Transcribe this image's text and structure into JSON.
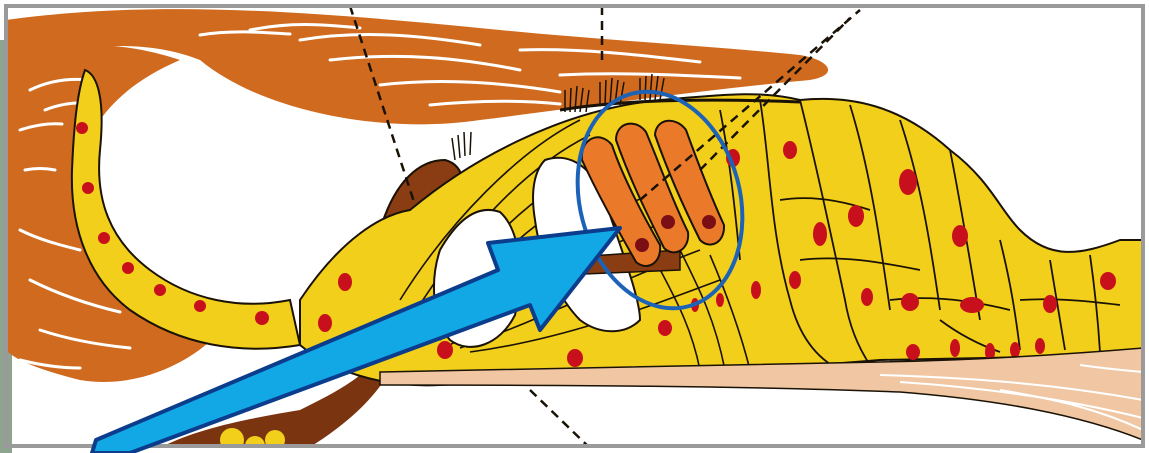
{
  "figure": {
    "subject": "organ-of-corti-cross-section",
    "colors": {
      "tectorial_membrane": "#cf6a1e",
      "support_cells": "#f2cf1a",
      "nuclei": "#c8101c",
      "hair_cells": "#ea7a2a",
      "spiral_limbus": "#8a3d12",
      "basilar_membrane": "#f0c7a2",
      "outline": "#1a1206",
      "annotation_arrow": "#12a8e6",
      "annotation_arrow_border": "#0b3d8c",
      "annotation_ellipse": "#1c63b8",
      "frame": "#9a9a9a",
      "left_panel": "#8fa48f"
    },
    "annotations": [
      {
        "kind": "arrow",
        "points_to": "outer-hair-cells"
      },
      {
        "kind": "ellipse",
        "highlights": "outer-hair-cells"
      }
    ]
  }
}
